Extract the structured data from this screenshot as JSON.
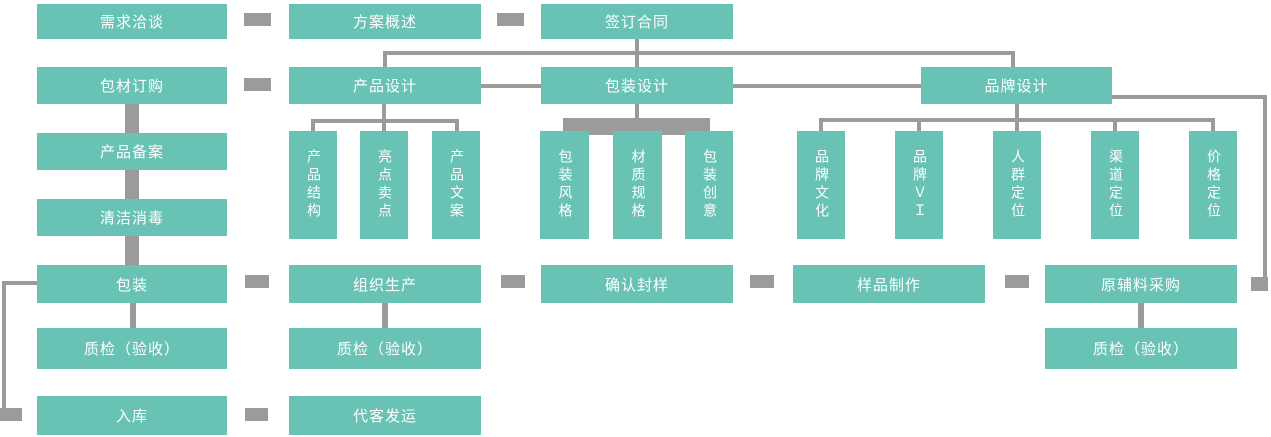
{
  "diagram": {
    "title": "production-process-flowchart",
    "colors": {
      "node_fill": "#69C3B5",
      "node_text": "#FFFFFF",
      "connector": "#9B9B9B",
      "background": "#FFFFFF"
    },
    "nodes": {
      "demand_negotiation": "需求洽谈",
      "plan_overview": "方案概述",
      "sign_contract": "签订合同",
      "packaging_material_order": "包材订购",
      "product_design": "产品设计",
      "package_design": "包装设计",
      "brand_design": "品牌设计",
      "product_filing": "产品备案",
      "cleaning_disinfection": "清洁消毒",
      "packing": "包装",
      "qc_packing": "质检（验收）",
      "warehousing": "入库",
      "organize_production": "组织生产",
      "qc_production": "质检（验收）",
      "consignment_shipping": "代客发运",
      "confirm_sealed_sample": "确认封样",
      "sample_making": "样品制作",
      "raw_material_purchase": "原辅料采购",
      "qc_raw_material": "质检（验收）",
      "product_structure": "产品结构",
      "highlight_selling_points": "亮点卖点",
      "product_copywriting": "产品文案",
      "package_style": "包装风格",
      "material_specification": "材质规格",
      "package_creativity": "包装创意",
      "brand_culture": "品牌文化",
      "brand_vi": "品牌ＶＩ",
      "audience_positioning": "人群定位",
      "channel_positioning": "渠道定位",
      "price_positioning": "价格定位"
    }
  }
}
